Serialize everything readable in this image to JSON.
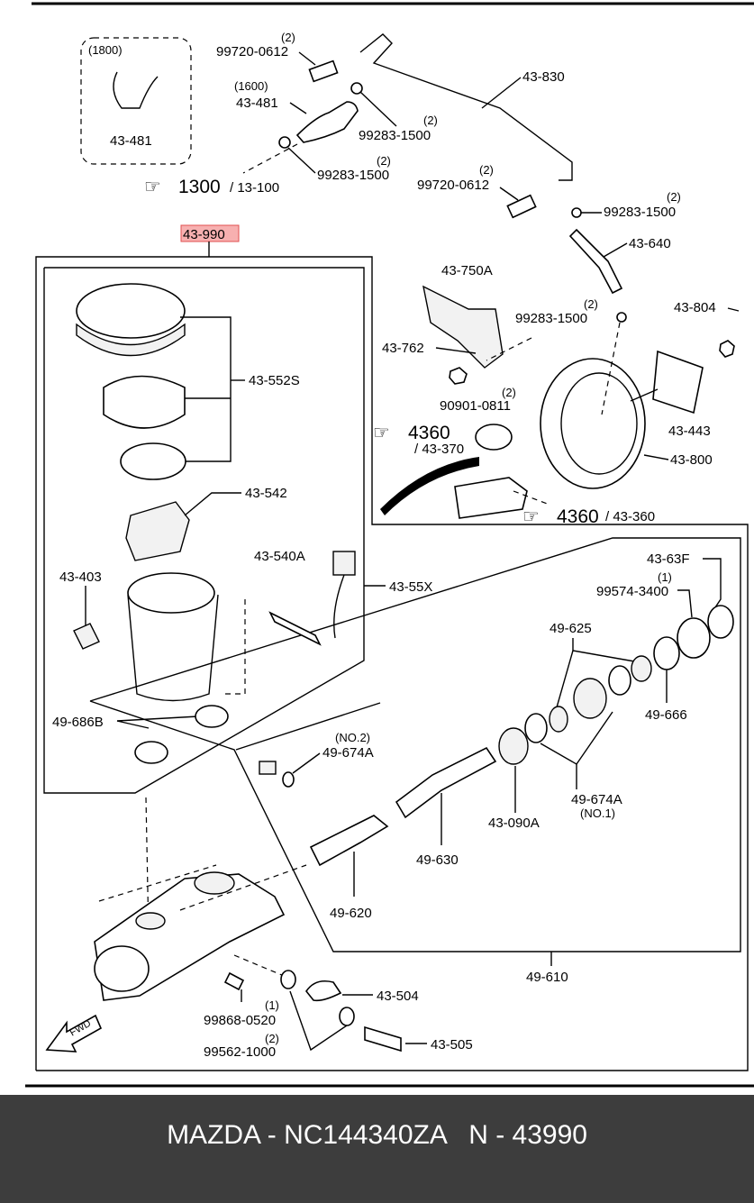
{
  "diagram": {
    "highlight_part": "43-990",
    "labels": {
      "l_1800": "(1800)",
      "l_43481a": "43-481",
      "l_1600": "(1600)",
      "l_43481b": "43-481",
      "q_2a": "(2)",
      "l_99720a": "99720-0612",
      "l_43830": "43-830",
      "q_2b": "(2)",
      "l_99283a": "99283-1500",
      "q_2c": "(2)",
      "l_99283b": "99283-1500",
      "l_ref1300": "1300",
      "l_ref13100": "/ 13-100",
      "q_2d": "(2)",
      "l_99720b": "99720-0612",
      "q_2e": "(2)",
      "l_99283c": "99283-1500",
      "l_43640": "43-640",
      "l_43750a": "43-750A",
      "q_2f": "(2)",
      "l_99283d": "99283-1500",
      "l_43804": "43-804",
      "l_43762": "43-762",
      "q_2g": "(2)",
      "l_90901": "90901-0811",
      "l_43443": "43-443",
      "l_ref4360a": "4360",
      "l_43370": "/ 43-370",
      "l_43800": "43-800",
      "l_ref4360b": "4360",
      "l_43360": "/ 43-360",
      "l_43552s": "43-552S",
      "l_43542": "43-542",
      "l_43540a": "43-540A",
      "l_4355x": "43-55X",
      "l_43403": "43-403",
      "l_49686b": "49-686B",
      "l_4363f": "43-63F",
      "q_1a": "(1)",
      "l_99574": "99574-3400",
      "l_49625": "49-625",
      "l_49666": "49-666",
      "l_no2": "(NO.2)",
      "l_49674a_a": "49-674A",
      "l_49674a_b": "49-674A",
      "l_no1": "(NO.1)",
      "l_43090a": "43-090A",
      "l_49630": "49-630",
      "l_49620": "49-620",
      "l_49610": "49-610",
      "l_43504": "43-504",
      "q_1b": "(1)",
      "l_99868": "99868-0520",
      "q_2h": "(2)",
      "l_99562": "99562-1000",
      "l_43505": "43-505",
      "l_fwd": "FWD"
    }
  },
  "footer": {
    "text": "MAZDA - NC144340ZA   N - 43990"
  }
}
